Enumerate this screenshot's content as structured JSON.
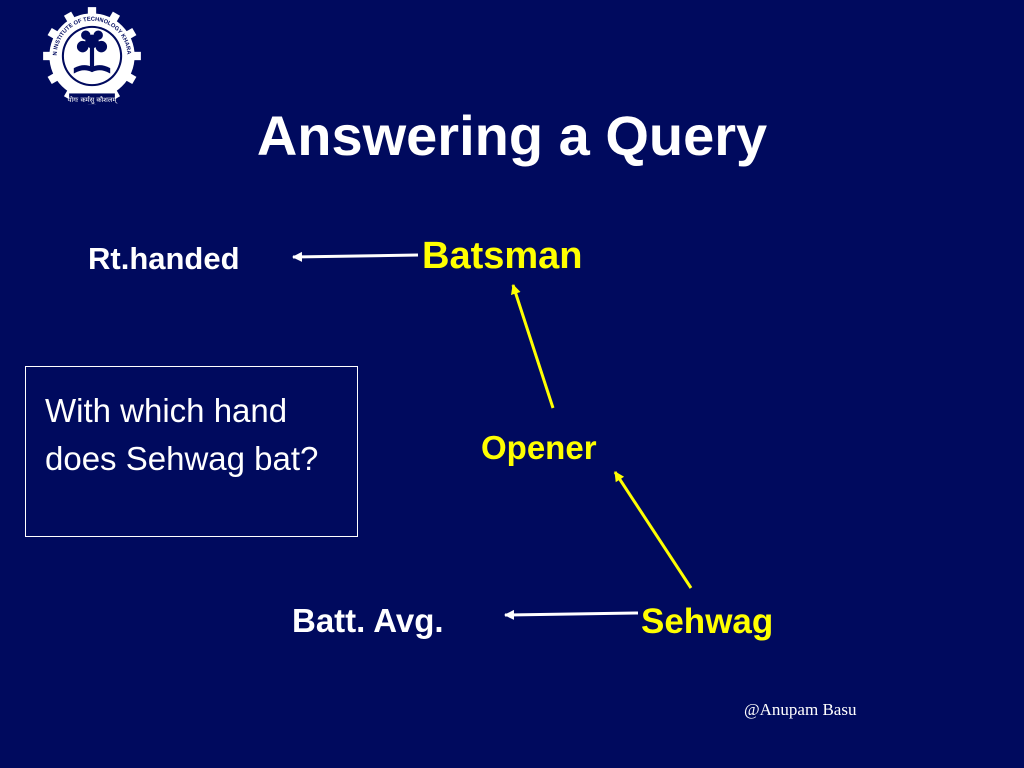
{
  "slide": {
    "title": "Answering a Query",
    "logo": {
      "icon": "iit-kharagpur-emblem-icon",
      "ring_text": "INDIAN INSTITUTE OF TECHNOLOGY KHARAGPUR",
      "motto": "योगः कर्मसु कौशलम्"
    },
    "nodes": {
      "batsman": "Batsman",
      "rt_handed": "Rt.handed",
      "opener": "Opener",
      "batt_avg": "Batt. Avg.",
      "sehwag": "Sehwag"
    },
    "query_box": {
      "text": "With which hand does Sehwag bat?"
    },
    "credit": "@Anupam Basu"
  },
  "colors": {
    "background": "#000a5e",
    "concept_text": "#ffff00",
    "attribute_text": "#ffffff",
    "is_a_arrow": "#ffff00",
    "attribute_arrow": "#ffffff"
  }
}
